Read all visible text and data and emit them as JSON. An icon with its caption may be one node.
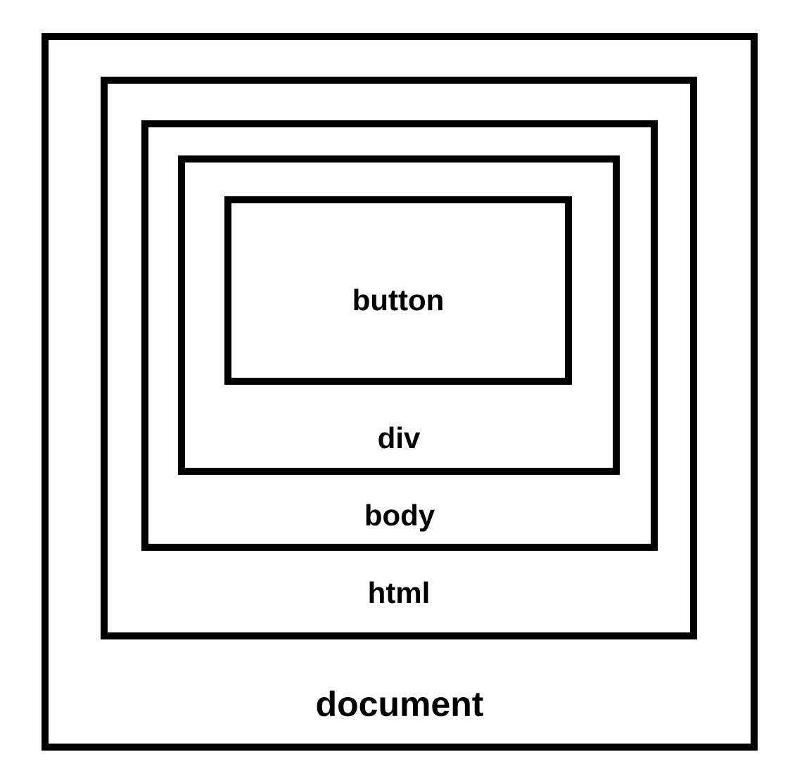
{
  "diagram": {
    "nodes": [
      {
        "text": [
          "document"
        ]
      },
      {
        "text": [
          "html"
        ],
        "in": 0
      },
      {
        "text": [
          "body"
        ],
        "in": 1
      },
      {
        "text": [
          "div"
        ],
        "in": 2
      },
      {
        "text": [
          "button"
        ],
        "in": 3
      }
    ]
  }
}
